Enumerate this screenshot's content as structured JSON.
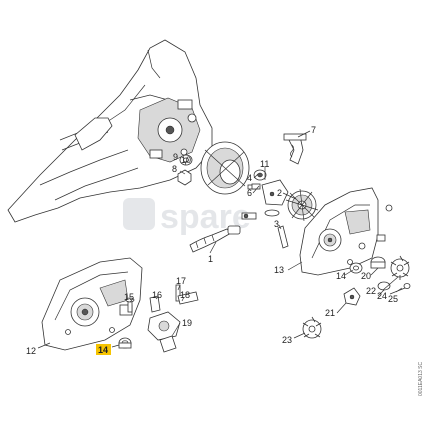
{
  "watermark": {
    "text": "spare"
  },
  "drawing_ref": "0011EA013 SC",
  "highlight_color": "#f6c400",
  "callouts": [
    {
      "id": "c7",
      "text": "7"
    },
    {
      "id": "c11",
      "text": "11"
    },
    {
      "id": "c4",
      "text": "4"
    },
    {
      "id": "c8",
      "text": "8"
    },
    {
      "id": "c9",
      "text": "9"
    },
    {
      "id": "c10",
      "text": "10"
    },
    {
      "id": "c6",
      "text": "6"
    },
    {
      "id": "c2",
      "text": "2"
    },
    {
      "id": "c3",
      "text": "3"
    },
    {
      "id": "c1",
      "text": "1"
    },
    {
      "id": "c13",
      "text": "13"
    },
    {
      "id": "c14r",
      "text": "14"
    },
    {
      "id": "c20",
      "text": "20"
    },
    {
      "id": "c22",
      "text": "22"
    },
    {
      "id": "c24",
      "text": "24"
    },
    {
      "id": "c25",
      "text": "25"
    },
    {
      "id": "c21",
      "text": "21"
    },
    {
      "id": "c23",
      "text": "23"
    },
    {
      "id": "c17",
      "text": "17"
    },
    {
      "id": "c18",
      "text": "18"
    },
    {
      "id": "c16",
      "text": "16"
    },
    {
      "id": "c15",
      "text": "15"
    },
    {
      "id": "c19",
      "text": "19"
    },
    {
      "id": "c12",
      "text": "12"
    },
    {
      "id": "c14l",
      "text": "14"
    }
  ]
}
